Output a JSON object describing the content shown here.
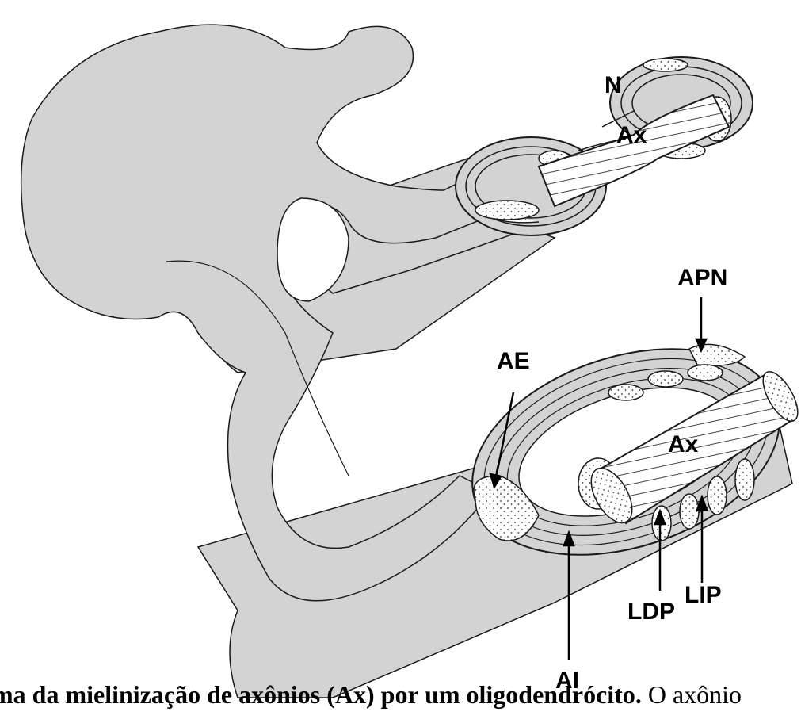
{
  "colors": {
    "cell_fill": "#d3d3d3",
    "outline": "#1a1a1a",
    "cytoplasm": "#e3e3e3",
    "white": "#ffffff"
  },
  "labels": {
    "N": "N",
    "Ax_top": "Ax",
    "APN": "APN",
    "AE": "AE",
    "Ax_bottom": "Ax",
    "AI": "AI",
    "LDP": "LDP",
    "LIP": "LIP"
  },
  "caption": {
    "line1_bold": "ma da mielinização de axônios (Ax) por um oligodendrócito.",
    "line1_rest": " O axônio",
    "line2_fragment": "                                                                       "
  }
}
